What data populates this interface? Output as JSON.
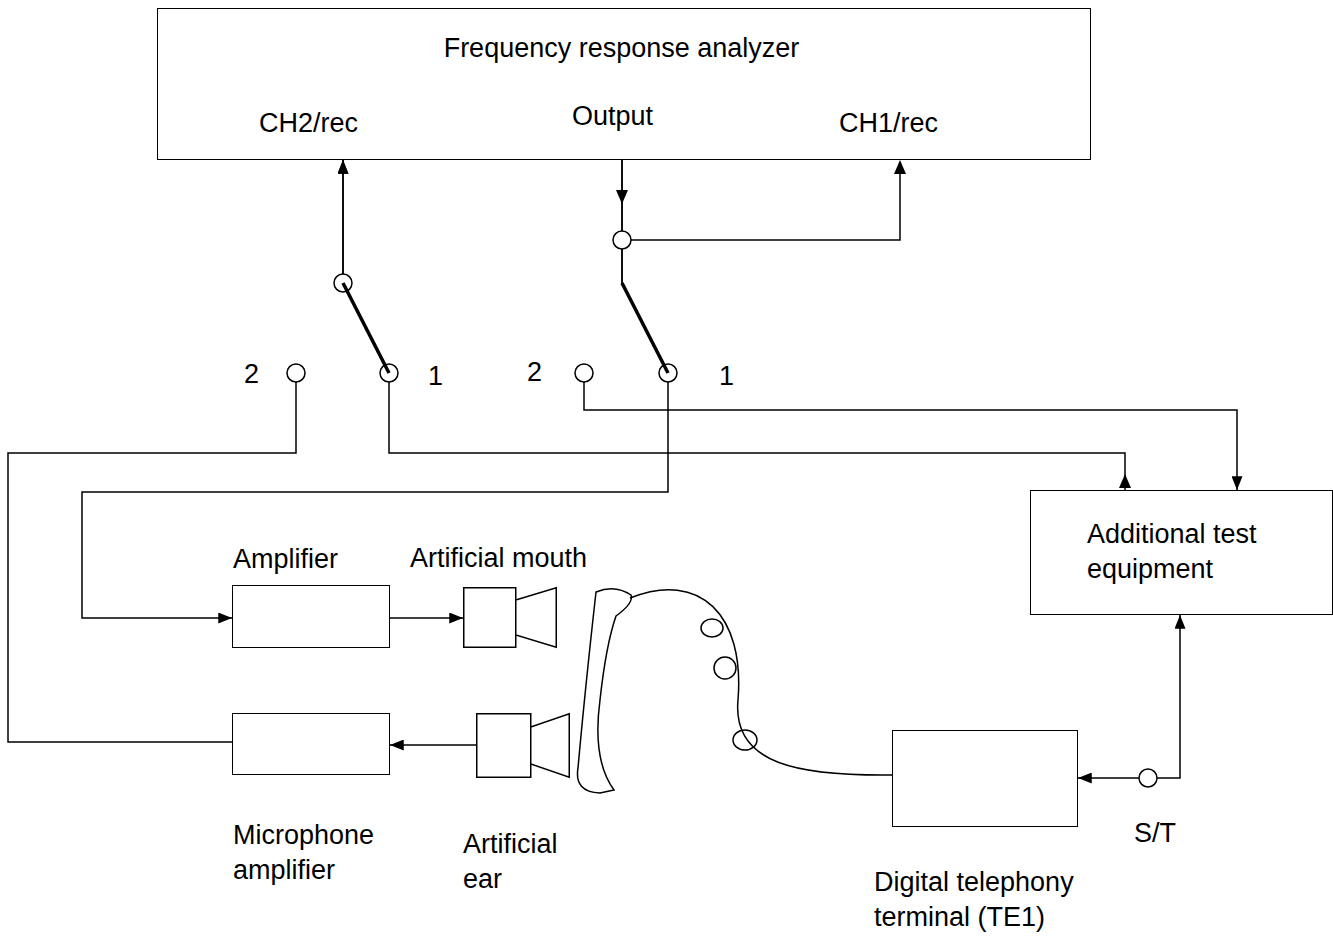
{
  "diagram": {
    "nodes": [
      {
        "text": [
          "Frequency response analyzer",
          "CH2/rec",
          "Output",
          "CH1/rec"
        ]
      },
      {
        "text": [
          "Amplifier"
        ]
      },
      {
        "text": [
          "Artificial mouth"
        ]
      },
      {
        "text": [
          "Microphone amplifier"
        ]
      },
      {
        "text": [
          "Artificial ear"
        ]
      },
      {
        "text": [
          "Additional test equipment"
        ]
      },
      {
        "text": [
          "Digital telephony terminal (TE1)"
        ]
      }
    ],
    "edges": [
      {
        "from": 0,
        "to": 1,
        "arrow": "to"
      },
      {
        "from": 0,
        "to": 5,
        "arrow": "to"
      },
      {
        "from": 5,
        "to": 0,
        "arrow": "to"
      },
      {
        "from": 3,
        "to": 0,
        "arrow": "to"
      },
      {
        "from": 1,
        "to": 2,
        "arrow": "to"
      },
      {
        "from": 4,
        "to": 3,
        "arrow": "to"
      },
      {
        "from": 6,
        "to": 5,
        "arrow": "both"
      }
    ],
    "labels": [
      "2",
      "1",
      "2",
      "1",
      "S/T"
    ]
  }
}
